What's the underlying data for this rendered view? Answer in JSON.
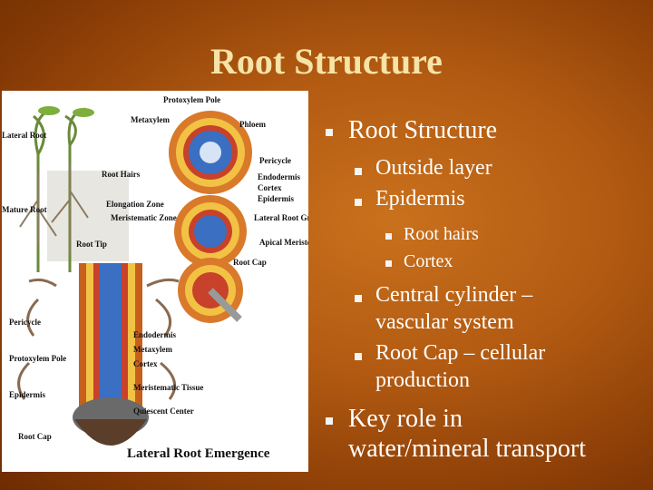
{
  "slide": {
    "title": "Root Structure",
    "figure": {
      "caption": "Lateral Root Emergence",
      "labels": {
        "protoxylem_pole_top": "Protoxylem Pole",
        "metaxylem_top": "Metaxylem",
        "phloem": "Phloem",
        "lateral_root": "Lateral Root",
        "root_hairs": "Root Hairs",
        "pericycle_top": "Pericycle",
        "endodermis_top": "Endodermis",
        "cortex_top": "Cortex",
        "epidermis_top": "Epidermis",
        "mature_root": "Mature Root",
        "elongation_zone": "Elongation Zone",
        "meristematic_zone": "Meristematic Zone",
        "lateral_root_growth": "Lateral Root Growth",
        "apical_meristem": "Apical Meristem",
        "root_tip": "Root Tip",
        "root_cap_top": "Root Cap",
        "pericycle_bottom": "Pericycle",
        "endodermis_bottom": "Endodermis",
        "metaxylem_bottom": "Metaxylem",
        "protoxylem_pole_bottom": "Protoxylem Pole",
        "cortex_bottom": "Cortex",
        "epidermis_bottom": "Epidermis",
        "meristematic_tissue": "Meristematic Tissue",
        "quiescent_center": "Quiescent Center",
        "root_cap_bottom": "Root Cap"
      }
    },
    "bullets": [
      {
        "level": 1,
        "text": "Root Structure"
      },
      {
        "level": 2,
        "text": "Outside layer"
      },
      {
        "level": 2,
        "text": "Epidermis"
      },
      {
        "level": 3,
        "text": "Root hairs"
      },
      {
        "level": 3,
        "text": "Cortex"
      },
      {
        "level": 2,
        "text": "Central cylinder –"
      },
      {
        "level": 2,
        "text": "vascular system",
        "continuation": true
      },
      {
        "level": 2,
        "text": "Root Cap – cellular"
      },
      {
        "level": 2,
        "text": "production",
        "continuation": true
      },
      {
        "level": 1,
        "text": "Key role in"
      },
      {
        "level": 1,
        "text": "water/mineral transport",
        "continuation": true
      }
    ]
  }
}
